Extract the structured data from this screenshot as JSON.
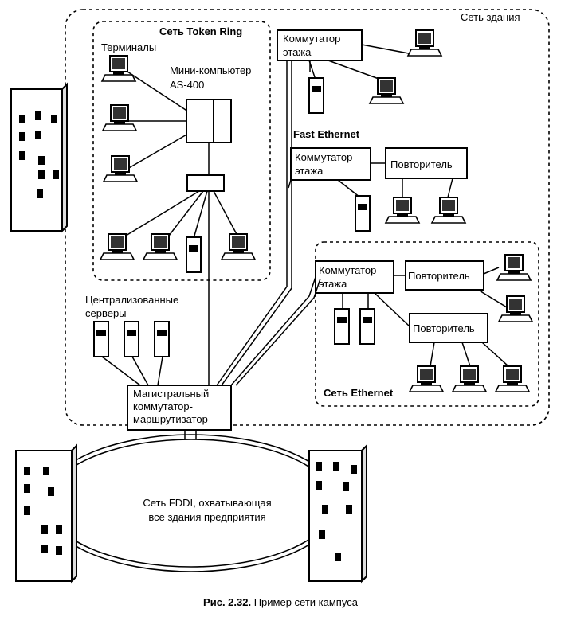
{
  "labels": {
    "building_net": "Сеть здания",
    "token_ring": "Сеть Token Ring",
    "terminals": "Терминалы",
    "minicomputer_1": "Мини-компьютер",
    "minicomputer_2": "AS-400",
    "switch_1": "Коммутатор",
    "switch_2": "этажа",
    "fast_ethernet": "Fast Ethernet",
    "repeater": "Повторитель",
    "servers_1": "Централизованные",
    "servers_2": "серверы",
    "ethernet_net": "Сеть Ethernet",
    "backbone_1": "Магистральный",
    "backbone_2": "коммутатор-",
    "backbone_3": "маршрутизатор",
    "fddi_1": "Сеть FDDI, охватывающая",
    "fddi_2": "все здания предприятия"
  },
  "caption": {
    "prefix": "Рис. 2.32.",
    "text": " Пример сети кампуса"
  }
}
